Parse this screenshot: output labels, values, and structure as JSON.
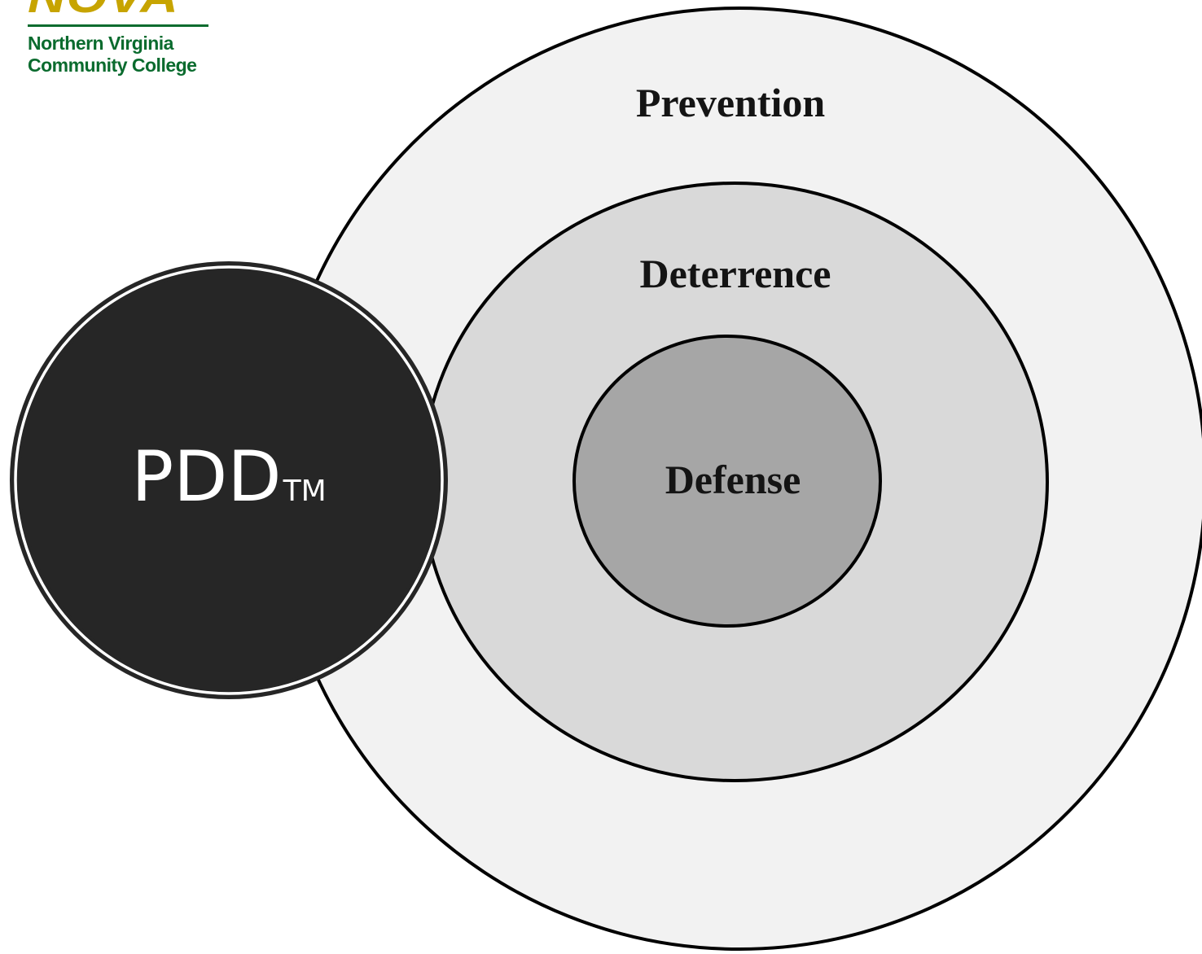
{
  "logo": {
    "wordmark": "NOVA",
    "line1": "Northern Virginia",
    "line2": "Community College"
  },
  "diagram": {
    "rings": [
      {
        "label": "Prevention",
        "fill": "#f2f2f2"
      },
      {
        "label": "Deterrence",
        "fill": "#d9d9d9"
      },
      {
        "label": "Defense",
        "fill": "#a6a6a6"
      }
    ],
    "badge": {
      "text": "PDD",
      "suffix": "TM",
      "fill": "#262626"
    }
  },
  "colors": {
    "logo_gold": "#c7a400",
    "logo_green": "#0a6b2e",
    "outline": "#000000"
  }
}
